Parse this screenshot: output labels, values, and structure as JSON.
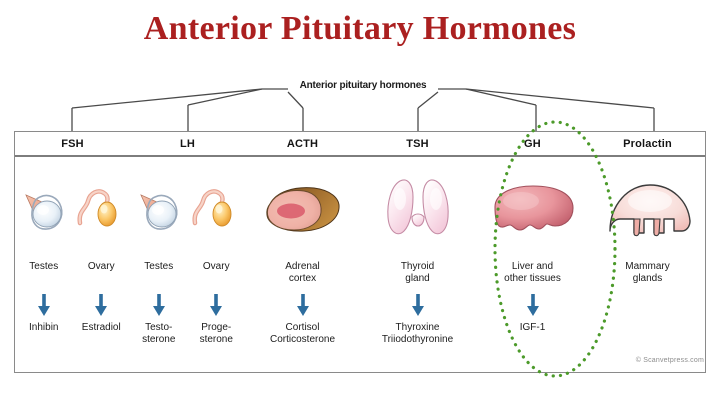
{
  "title": "Anterior Pituitary Hormones",
  "diagram": {
    "root_label": "Anterior pituitary hormones",
    "watermark": "© Scanvetpress.com",
    "highlight": {
      "column": "GH",
      "shape": "dotted-ellipse",
      "color": "#4c9a2a"
    },
    "arrow_color": "#2e6d9e",
    "title_color": "#ab2020",
    "columns": [
      {
        "hormone": "FSH",
        "organs": [
          "testis-illustration",
          "ovary-illustration"
        ],
        "targets": [
          "Testes",
          "Ovary"
        ],
        "products": [
          "Inhibin",
          "Estradiol"
        ]
      },
      {
        "hormone": "LH",
        "organs": [
          "testis-illustration",
          "ovary-illustration"
        ],
        "targets": [
          "Testes",
          "Ovary"
        ],
        "products": [
          "Testo-\nsterone",
          "Proge-\nsterone"
        ]
      },
      {
        "hormone": "ACTH",
        "organs": [
          "adrenal-gland-illustration"
        ],
        "targets": [
          "Adrenal\ncortex"
        ],
        "products": [
          "Cortisol\nCorticosterone"
        ]
      },
      {
        "hormone": "TSH",
        "organs": [
          "thyroid-gland-illustration"
        ],
        "targets": [
          "Thyroid\ngland"
        ],
        "products": [
          "Thyroxine\nTriiodothyronine"
        ]
      },
      {
        "hormone": "GH",
        "organs": [
          "liver-illustration"
        ],
        "targets": [
          "Liver and\nother tissues"
        ],
        "products": [
          "IGF-1"
        ]
      },
      {
        "hormone": "Prolactin",
        "organs": [
          "mammary-gland-illustration"
        ],
        "targets": [
          "Mammary\nglands"
        ],
        "products": [
          ""
        ]
      }
    ]
  }
}
